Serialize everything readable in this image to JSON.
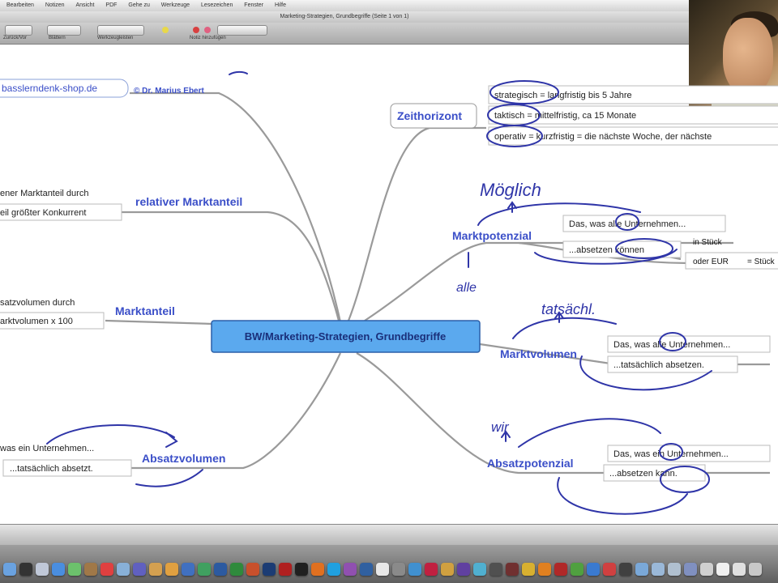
{
  "menubar": {
    "items": [
      "Bearbeiten",
      "Notizen",
      "Ansicht",
      "PDF",
      "Gehe zu",
      "Werkzeuge",
      "Lesezeichen",
      "Fenster",
      "Hilfe"
    ]
  },
  "window": {
    "title": "Marketing-Strategien, Grundbegriffe (Seite 1 von 1)"
  },
  "toolbar": {
    "labels": [
      "Zurück/Vor",
      "Blättern",
      "Werkzeugleisten",
      "Notiz hinzufügen"
    ]
  },
  "mindmap": {
    "center": "BW/Marketing-Strategien, Grundbegriffe",
    "top_left": {
      "link_text": "basslerndenk-shop.de",
      "author": "© Dr. Marius Ebert"
    },
    "relativer_marktanteil": {
      "title": "relativer Marktanteil",
      "lines": [
        "ener Marktanteil durch",
        "eil größter Konkurrent"
      ]
    },
    "marktanteil": {
      "title": "Marktanteil",
      "lines": [
        "satzvolumen durch",
        "arktvolumen x 100"
      ]
    },
    "absatzvolumen": {
      "title": "Absatzvolumen",
      "lines": [
        "was ein Unternehmen...",
        "...tatsächlich absetzt."
      ]
    },
    "zeithorizont": {
      "title": "Zeithorizont",
      "lines": [
        "strategisch = langfristig bis 5 Jahre",
        "taktisch = mittelfristig, ca 15 Monate",
        "operativ = kurzfristig = die nächste Woche, der nächste"
      ]
    },
    "marktpotenzial": {
      "title": "Marktpotenzial",
      "lines": [
        "Das, was alle Unternehmen...",
        "...absetzen können"
      ],
      "units": [
        "in Stück",
        "oder EUR",
        "= Stück"
      ]
    },
    "marktvolumen": {
      "title": "Marktvolumen",
      "lines": [
        "Das, was alle Unternehmen...",
        "...tatsächlich absetzen."
      ]
    },
    "absatzpotenzial": {
      "title": "Absatzpotenzial",
      "lines": [
        "Das, was ein Unternehmen...",
        "...absetzen kann."
      ]
    },
    "handwriting": {
      "moeglich": "Möglich",
      "alle": "alle",
      "tatsaechlich": "tatsächl.",
      "wir": "wir"
    }
  },
  "colors": {
    "branch": "#9a9a9a",
    "title_text": "#3b4fc8",
    "ink": "#2f35a8",
    "center_fill": "#5ba9ee",
    "center_border": "#2a5fa8"
  }
}
